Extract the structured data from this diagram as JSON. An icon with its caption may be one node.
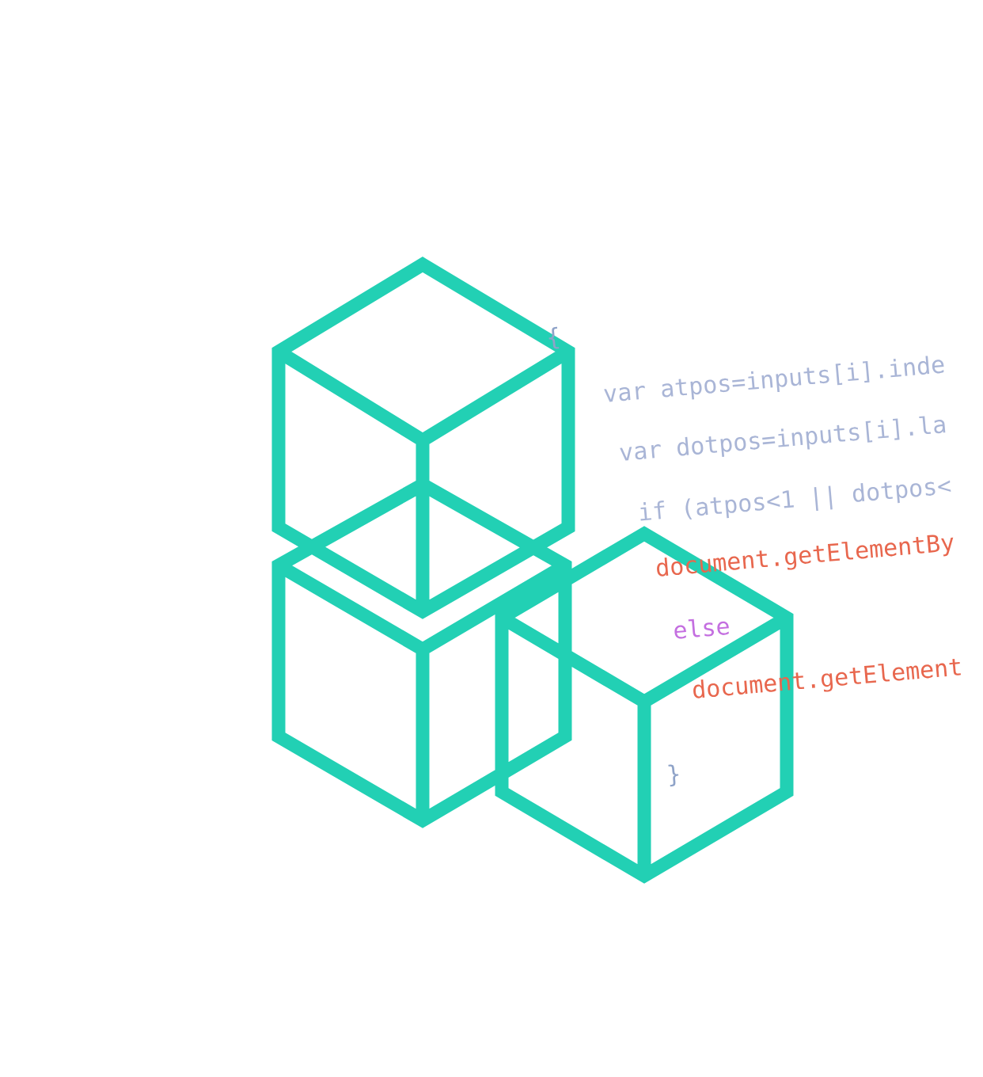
{
  "diagram": {
    "labels": [
      "{",
      "var atpos=inputs[i].inde",
      "var dotpos=inputs[i].la",
      "if (atpos<1 || dotpos<",
      "document.getElementBy",
      "else",
      "document.getElement",
      "}"
    ]
  }
}
